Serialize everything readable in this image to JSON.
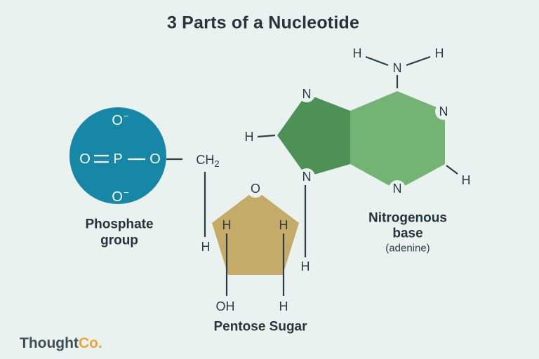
{
  "title": "3 Parts of a Nucleotide",
  "colors": {
    "background": "#e9f2ee",
    "phosphate_fill": "#1787a7",
    "sugar_fill": "#c4ab68",
    "base_ring5_fill": "#4e9156",
    "base_ring6_fill": "#73b374",
    "bond_color": "#2e3d45",
    "text_color": "#2e3d45",
    "logo_thought_color": "#3e4e57",
    "logo_co_color": "#e9a63b"
  },
  "phosphate": {
    "label_line1": "Phosphate",
    "label_line2": "group",
    "atom_top": "O",
    "charge_top": "−",
    "atom_left": "O",
    "atom_center": "P",
    "atom_right": "O",
    "atom_bottom": "O",
    "charge_bottom": "−"
  },
  "linker": {
    "carbon": "CH",
    "subscript": "2"
  },
  "sugar": {
    "label": "Pentose Sugar",
    "atom_oxygen": "O",
    "h_inner_left": "H",
    "h_inner_right": "H",
    "h_outer_left": "H",
    "h_outer_right": "H",
    "hydroxyl": "OH",
    "h_bottom": "H"
  },
  "base": {
    "label_line1": "Nitrogenous",
    "label_line2": "base",
    "label_line3": "(adenine)",
    "amine_h_left": "H",
    "amine_n": "N",
    "amine_h_right": "H",
    "n_ring5_top": "N",
    "n_ring5_bottom": "N",
    "n_ring6_right": "N",
    "n_ring6_bottom": "N",
    "h_ring5_left": "H",
    "h_ring6_right": "H"
  },
  "logo": {
    "thought": "Thought",
    "co": "Co."
  }
}
